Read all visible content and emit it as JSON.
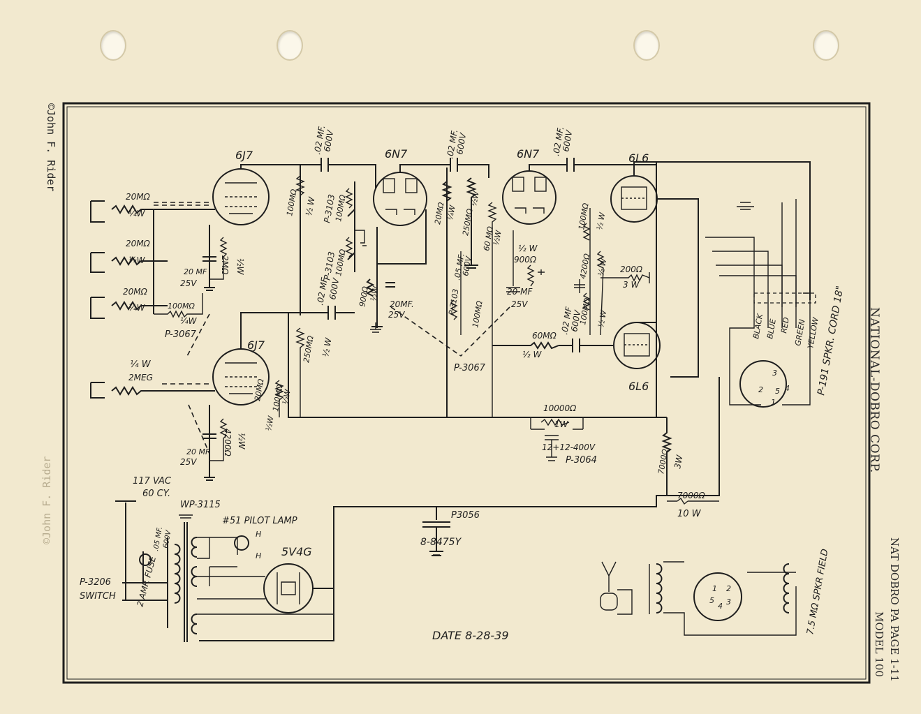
{
  "sheet": {
    "copyright": "©John F. Rider",
    "maker": "NATIONAL-DOBRO CORP.",
    "page_ref": "NAT DOBRO PA PAGE 1-11",
    "model": "MODEL 100"
  },
  "tubes": {
    "v1": "6J7",
    "v2": "6J7",
    "v3": "6N7",
    "v4": "6N7",
    "v5": "6L6",
    "v6": "6L6",
    "rect": "5V4G"
  },
  "labels": {
    "r_in1_val": "20MΩ",
    "r_in1_w": "¼W",
    "r_in2_val": "20MΩ",
    "r_in2_w": "¼W",
    "r_in3_val": "20MΩ",
    "r_in3_w": "¼W",
    "r_100m_a": "100MΩ",
    "r_100m_a_w": "¼W",
    "p3067_a": "P-3067",
    "cap_20mf_a": "20 MF",
    "cap_20mf_a_v": "25V",
    "r_2m_a": "2MΩ",
    "r_2m_a_w": "½W",
    "r_2meg_w": "¼ W",
    "r_2meg": "2MEG",
    "cap_20mf_b": "20 MF",
    "cap_20mf_b_v": "25V",
    "r_4200_a": "4200Ω",
    "r_4200_a_w": "½W",
    "r_20m_b": "20MΩ",
    "r_20m_b_w": "½W",
    "r_100m_b": "100MΩ",
    "r_100m_b_w": "½W",
    "cap_02_a": ".02 MF.",
    "cap_02_a_v": "600V",
    "r_100m_c": "100MΩ",
    "r_100m_c_w": "½ W",
    "pot_p3103_a": "P-3103",
    "pot_100m_a": "100MΩ",
    "pot_p3103_b": "P-3103",
    "pot_100m_b": "100MΩ",
    "cap_02_b": ".02 MF.",
    "cap_02_b_v": "600V",
    "r_250m_a": "250MΩ",
    "r_250m_a_w": "½ W",
    "r_900_a": "900Ω",
    "r_900_a_w": "½W",
    "cap_20mf_c": "20MF.",
    "cap_20mf_c_v": "25V",
    "cap_02_c": ".02 MF.",
    "cap_02_c_v": "600V",
    "r_20m_c": "20MΩ",
    "r_20m_c_w": "¼W",
    "cap_05": ".05 MF.",
    "cap_05_v": "600V",
    "r_250m_b": "250MΩ",
    "r_250m_b_w": "½W",
    "r_60m_a": "60 MΩ",
    "r_60m_a_w": "½W",
    "pot_p3103_c": "P-3103",
    "pot_100m_c": "100MΩ",
    "p3067_b": "P-3067",
    "r_900_b_w": "½ W",
    "r_900_b": "900Ω",
    "cap_20mf_d": "20 MF",
    "cap_20mf_d_v": "25V",
    "cap_02_d": ".02 MF.",
    "cap_02_d_v": "600V",
    "r_100m_d": "100MΩ",
    "r_100m_d_w": "½ W",
    "r_4200_b": "4200Ω",
    "r_4200_b_w": "½ W",
    "r_200": "200Ω",
    "r_200_w": "3 W",
    "r_100m_e": "100MΩ",
    "r_100m_e_w": "½ W",
    "cap_02_e": ".02 MF",
    "cap_02_e_v": "600V",
    "r_60m_b": "60MΩ",
    "r_60m_b_w": "½ W",
    "r_10000": "10000Ω",
    "r_10000_w": "1W",
    "cap_filter": "12+12-400V",
    "p3064": "P-3064",
    "r_7000_a": "7000Ω",
    "r_7000_a_w": "3W",
    "r_7000_b": "7000Ω",
    "r_7000_b_w": "10 W",
    "p3056": "P3056",
    "cap_8_8": "8-8475Y",
    "line_v": "117 VAC",
    "line_f": "60 CY.",
    "wp3115": "WP-3115",
    "pilot": "#51 PILOT LAMP",
    "heater_h1": "H",
    "heater_h2": "H",
    "cap_line": ".05 MF.",
    "cap_line_v": "600V",
    "fuse": "2 AMP. FUSE",
    "p3206": "P-3206",
    "switch": "SWITCH",
    "date": "DATE 8-28-39",
    "cord": "P-191  SPKR. CORD 18\"",
    "wire_black": "BLACK",
    "wire_blue": "BLUE",
    "wire_red": "RED",
    "wire_green": "GREEN",
    "wire_yellow": "YELLOW",
    "spkr_field": "7.5 MΩ SPKR FIELD",
    "pin_1": "1",
    "pin_2": "2",
    "pin_3": "3",
    "pin_4": "4",
    "pin_5": "5",
    "spin_1": "1",
    "spin_2": "2",
    "spin_3": "3",
    "spin_4": "4",
    "spin_5": "5"
  }
}
